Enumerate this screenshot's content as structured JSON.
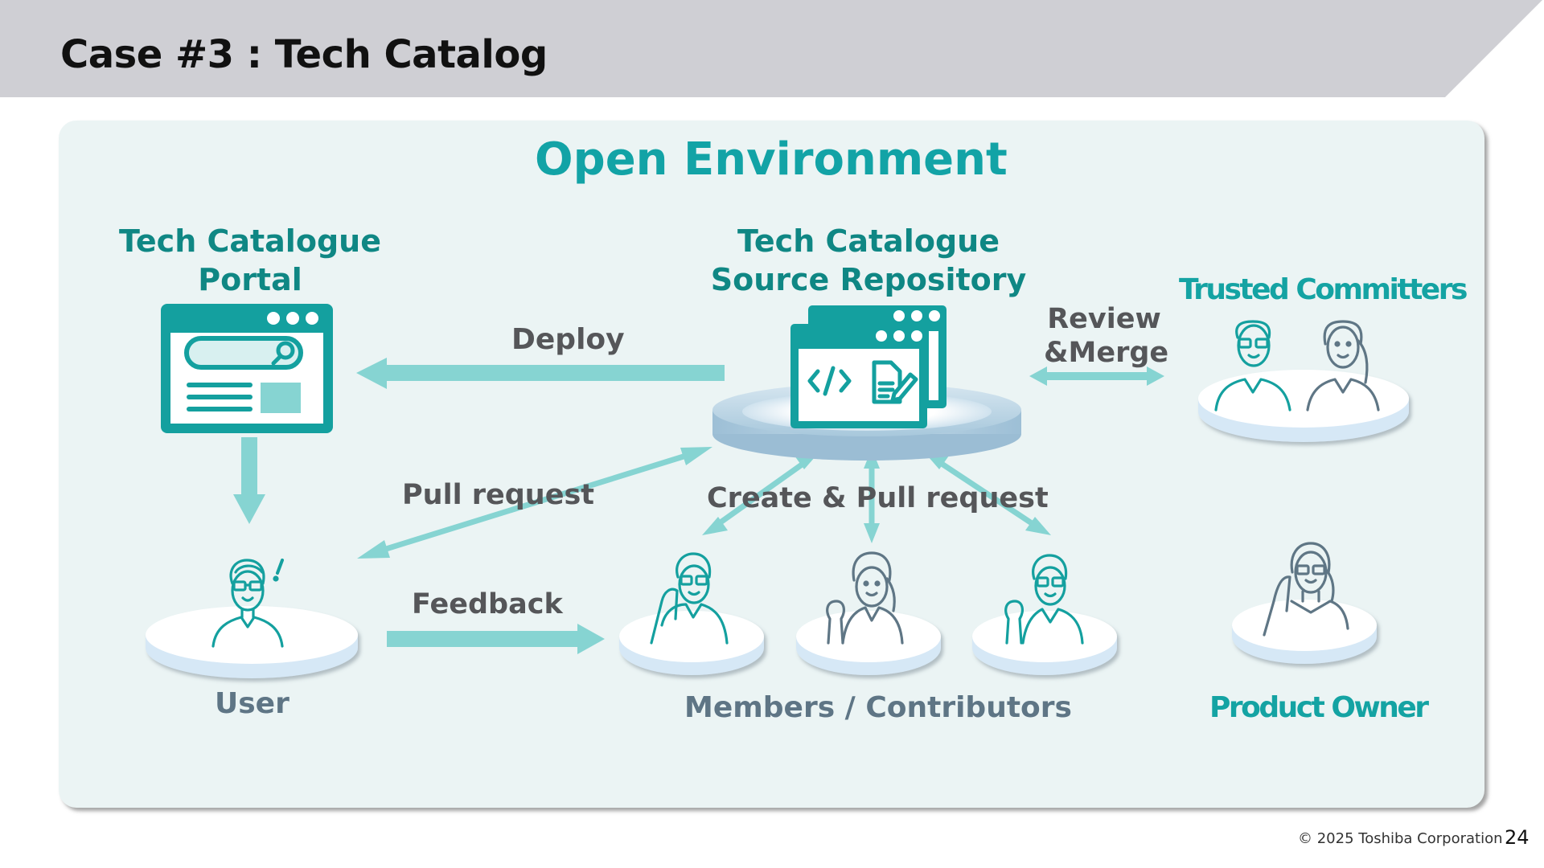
{
  "slide": {
    "title": "Case #3 : Tech Catalog",
    "page_number": "24",
    "copyright": "© 2025 Toshiba Corporation"
  },
  "diagram": {
    "heading": "Open Environment",
    "nodes": {
      "portal": {
        "title_line1": "Tech Catalogue",
        "title_line2": "Portal",
        "icon": "browser-search-icon"
      },
      "repository": {
        "title_line1": "Tech Catalogue",
        "title_line2": "Source Repository",
        "icon": "code-document-windows-icon"
      },
      "trusted_committers": {
        "label": "Trusted Committers",
        "people": [
          "man-glasses-teal",
          "woman-ponytail-gray"
        ]
      },
      "user": {
        "label": "User",
        "icon": "man-glasses-exclamation-icon"
      },
      "members": {
        "label": "Members / Contributors",
        "people": [
          "man-glasses-hand-raised",
          "woman-fist-raised",
          "man-glasses-fist-raised"
        ]
      },
      "product_owner": {
        "label": "Product Owner",
        "icon": "woman-glasses-thinking-icon"
      }
    },
    "edges": {
      "deploy": {
        "label": "Deploy",
        "from": "repository",
        "to": "portal"
      },
      "portal_to_user": {
        "label": "",
        "from": "portal",
        "to": "user"
      },
      "pull_request": {
        "label": "Pull request",
        "between": [
          "user",
          "repository"
        ]
      },
      "feedback": {
        "label": "Feedback",
        "from": "user",
        "to": "members"
      },
      "create_pull_request": {
        "label": "Create & Pull request",
        "between": [
          "repository",
          "members"
        ]
      },
      "review_merge": {
        "label_line1": "Review",
        "label_line2": "&Merge",
        "between": [
          "repository",
          "trusted_committers"
        ]
      }
    }
  },
  "colors": {
    "header_bg": "#CFCFD4",
    "panel_bg": "#EBF4F4",
    "heading": "#12A3A6",
    "node_title": "#0F8784",
    "icon_teal": "#14A09F",
    "arrow": "#86D4D2",
    "edge_text": "#555659",
    "group_text": "#5E7585",
    "figure_gray": "#5F7685"
  }
}
